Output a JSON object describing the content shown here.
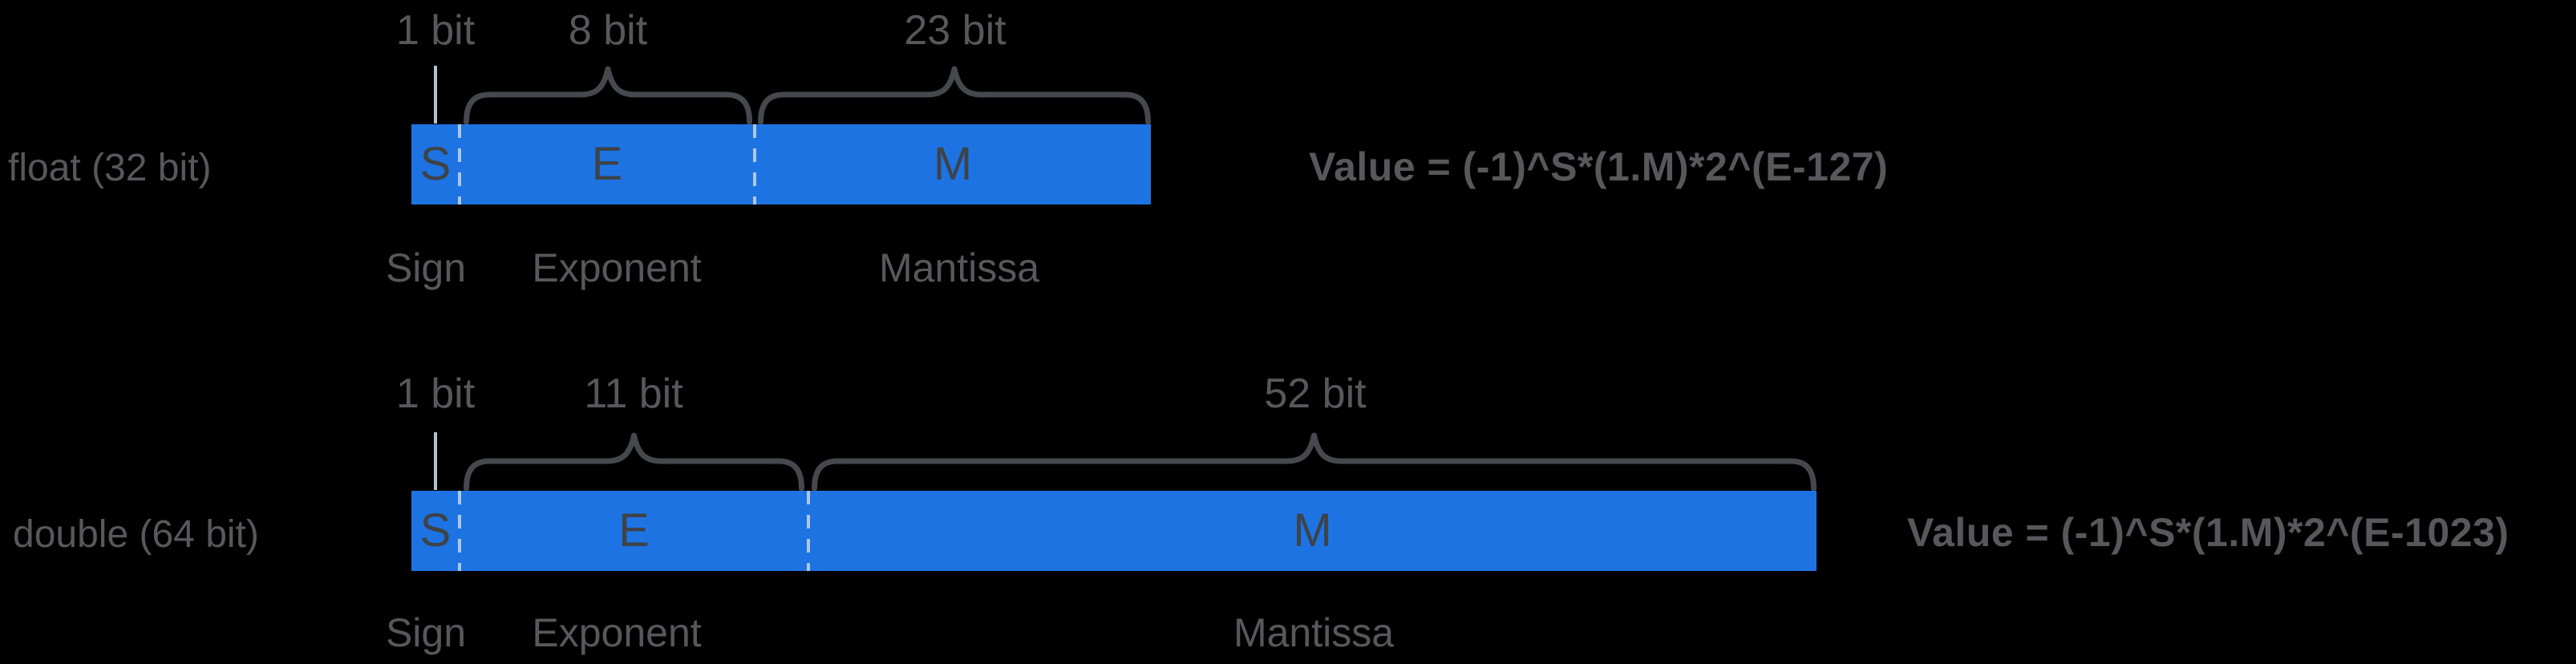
{
  "colors": {
    "background": "#000000",
    "bar_blue": "#1e73e3",
    "label_gray": "#56585c",
    "segment_letter_gray": "#3e4348",
    "brace_gray": "#45484c",
    "divider_light": "#c6d6e0",
    "tick_light": "#b4c3ca"
  },
  "rows": [
    {
      "name_label": "float (32 bit)",
      "formula": "Value = (-1)^S*(1.M)*2^(E-127)",
      "segments": [
        {
          "letter": "S",
          "bits_label": "1 bit",
          "field_label": "Sign"
        },
        {
          "letter": "E",
          "bits_label": "8 bit",
          "field_label": "Exponent"
        },
        {
          "letter": "M",
          "bits_label": "23 bit",
          "field_label": "Mantissa"
        }
      ]
    },
    {
      "name_label": "double (64 bit)",
      "formula": "Value = (-1)^S*(1.M)*2^(E-1023)",
      "segments": [
        {
          "letter": "S",
          "bits_label": "1 bit",
          "field_label": "Sign"
        },
        {
          "letter": "E",
          "bits_label": "11 bit",
          "field_label": "Exponent"
        },
        {
          "letter": "M",
          "bits_label": "52 bit",
          "field_label": "Mantissa"
        }
      ]
    }
  ]
}
